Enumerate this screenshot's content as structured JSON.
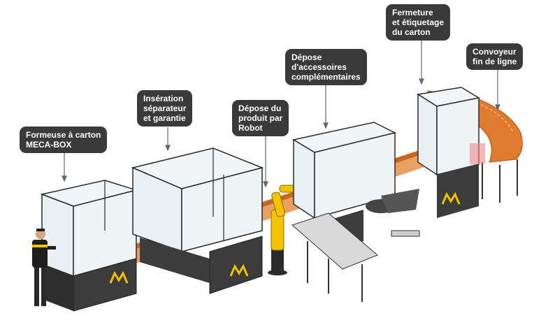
{
  "callouts": {
    "formeuse": "Formeuse à carton\nMECA-BOX",
    "insertion": "Insération\nséparateur\net garantie",
    "robot": "Dépose du\nproduit par\nRobot",
    "accessoires": "Dépose\nd'accessoires\ncomplémentaires",
    "fermeture": "Fermeture\net étiquetage\ndu carton",
    "convoyeur": "Convoyeur\nfin de ligne"
  },
  "colors": {
    "callout_bg": "#3a3a3a",
    "callout_text": "#ffffff",
    "frame": "#2b2b2b",
    "glass": "#e9f0f3",
    "conveyor_orange": "#e07a2e",
    "robot_yellow": "#f2c200",
    "logo_yellow": "#f2c200",
    "cabinet": "#3c3c3c"
  },
  "icons": {
    "logo": "meca-logo-icon",
    "operator": "operator-figure-icon",
    "robot": "robot-arm-icon"
  }
}
